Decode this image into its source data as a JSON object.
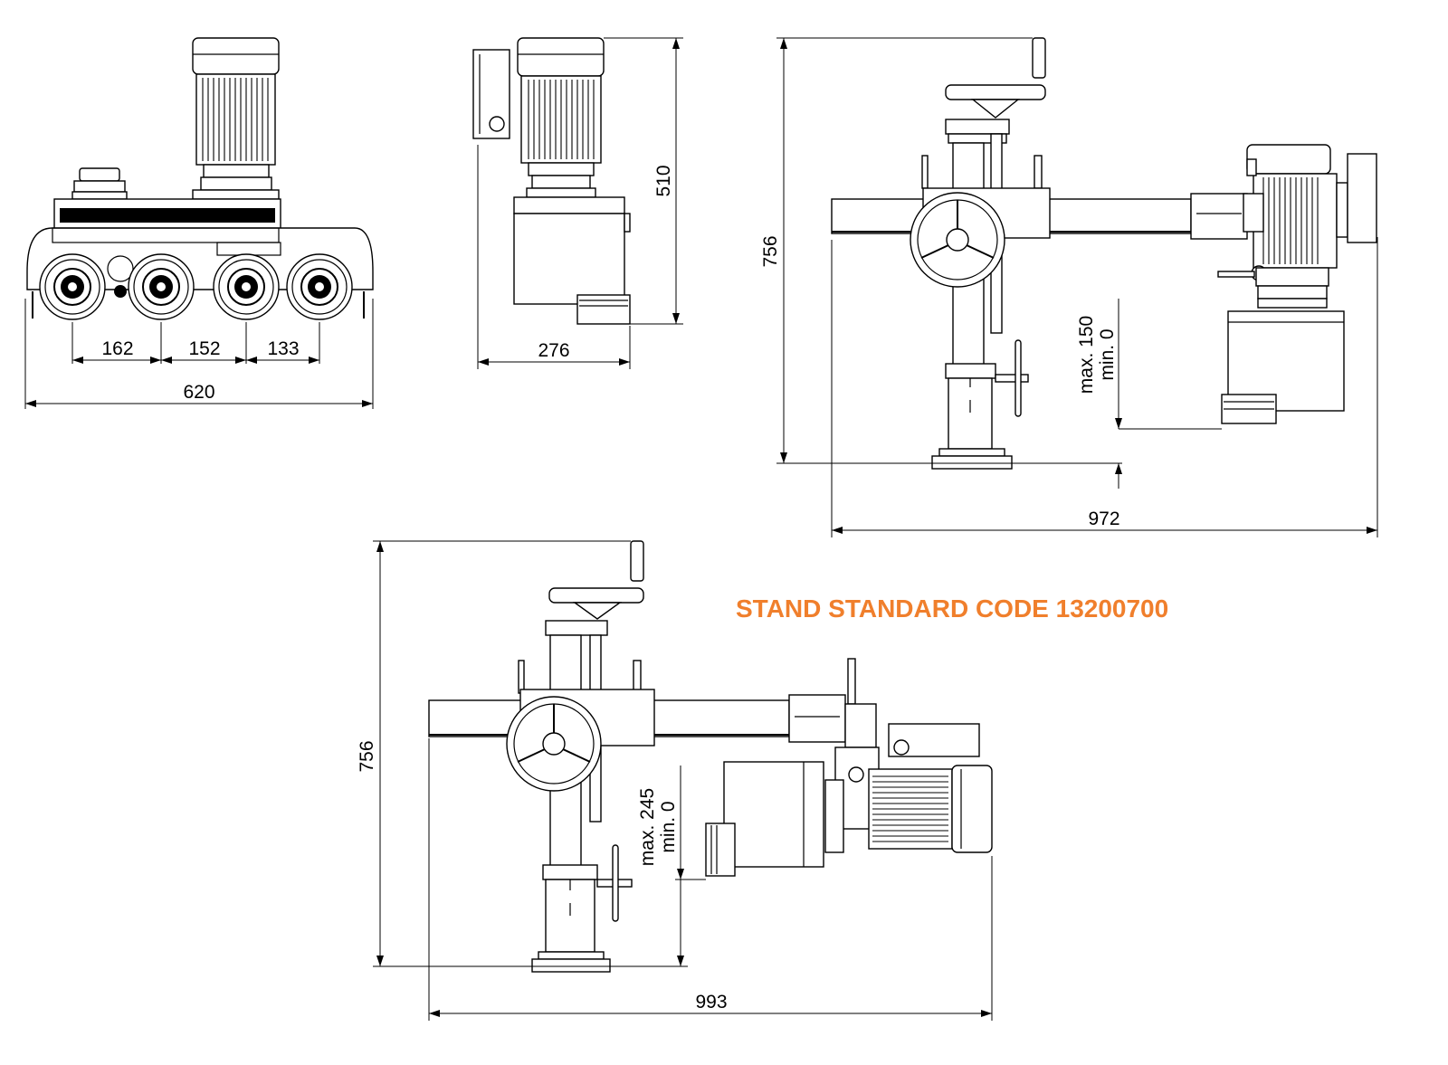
{
  "title": {
    "text": "STAND STANDARD CODE 13200700",
    "color": "#f07f2c"
  },
  "views": {
    "front": {
      "pitch_1": "162",
      "pitch_2": "152",
      "pitch_3": "133",
      "overall_width": "620"
    },
    "side": {
      "depth": "276",
      "height": "510"
    },
    "stand_vertical": {
      "height": "756",
      "width": "972",
      "travel_max": "max. 150",
      "travel_min": "min. 0"
    },
    "stand_horizontal": {
      "height": "756",
      "width": "993",
      "travel_max": "max. 245",
      "travel_min": "min. 0"
    }
  },
  "colors": {
    "line": "#000000",
    "background": "#ffffff"
  }
}
